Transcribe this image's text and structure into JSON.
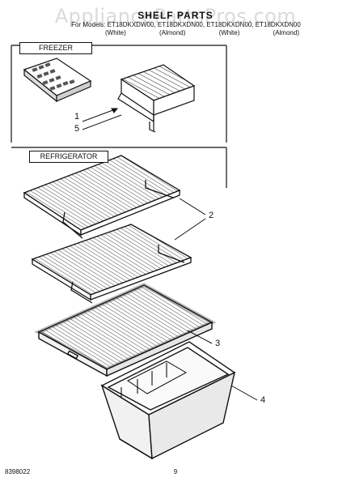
{
  "watermark": "AppliancePartsPros.com",
  "title": "SHELF PARTS",
  "models_line": "For Models: ET18DKXDW00, ET18DKXDN00, ET18DKXDN00, ET18DKXDN00",
  "colors": [
    "(White)",
    "(Almond)",
    "(White)",
    "(Almond)"
  ],
  "sections": {
    "freezer": "FREEZER",
    "refrigerator": "REFRIGERATOR"
  },
  "callouts": [
    "1",
    "5",
    "2",
    "3",
    "4"
  ],
  "footer": {
    "left": "8398022",
    "page": "9"
  }
}
